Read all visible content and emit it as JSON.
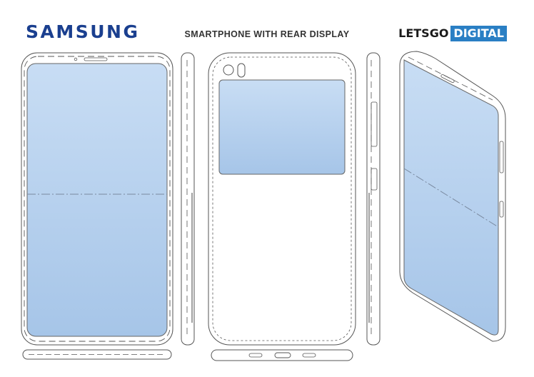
{
  "header": {
    "brand_left": "SAMSUNG",
    "title": "SMARTPHONE WITH REAR DISPLAY",
    "brand_right_part1": "LETSGO",
    "brand_right_part2": "DIGITAL"
  },
  "colors": {
    "brand_left": "#1a3f8f",
    "title": "#333333",
    "brand_right_part1": "#1a1a1a",
    "brand_right_part2_bg": "#2a7fc4",
    "brand_right_part2_text": "#ffffff",
    "screen_top": "#c8ddf4",
    "screen_bottom": "#a6c5e8",
    "line": "#555555"
  }
}
